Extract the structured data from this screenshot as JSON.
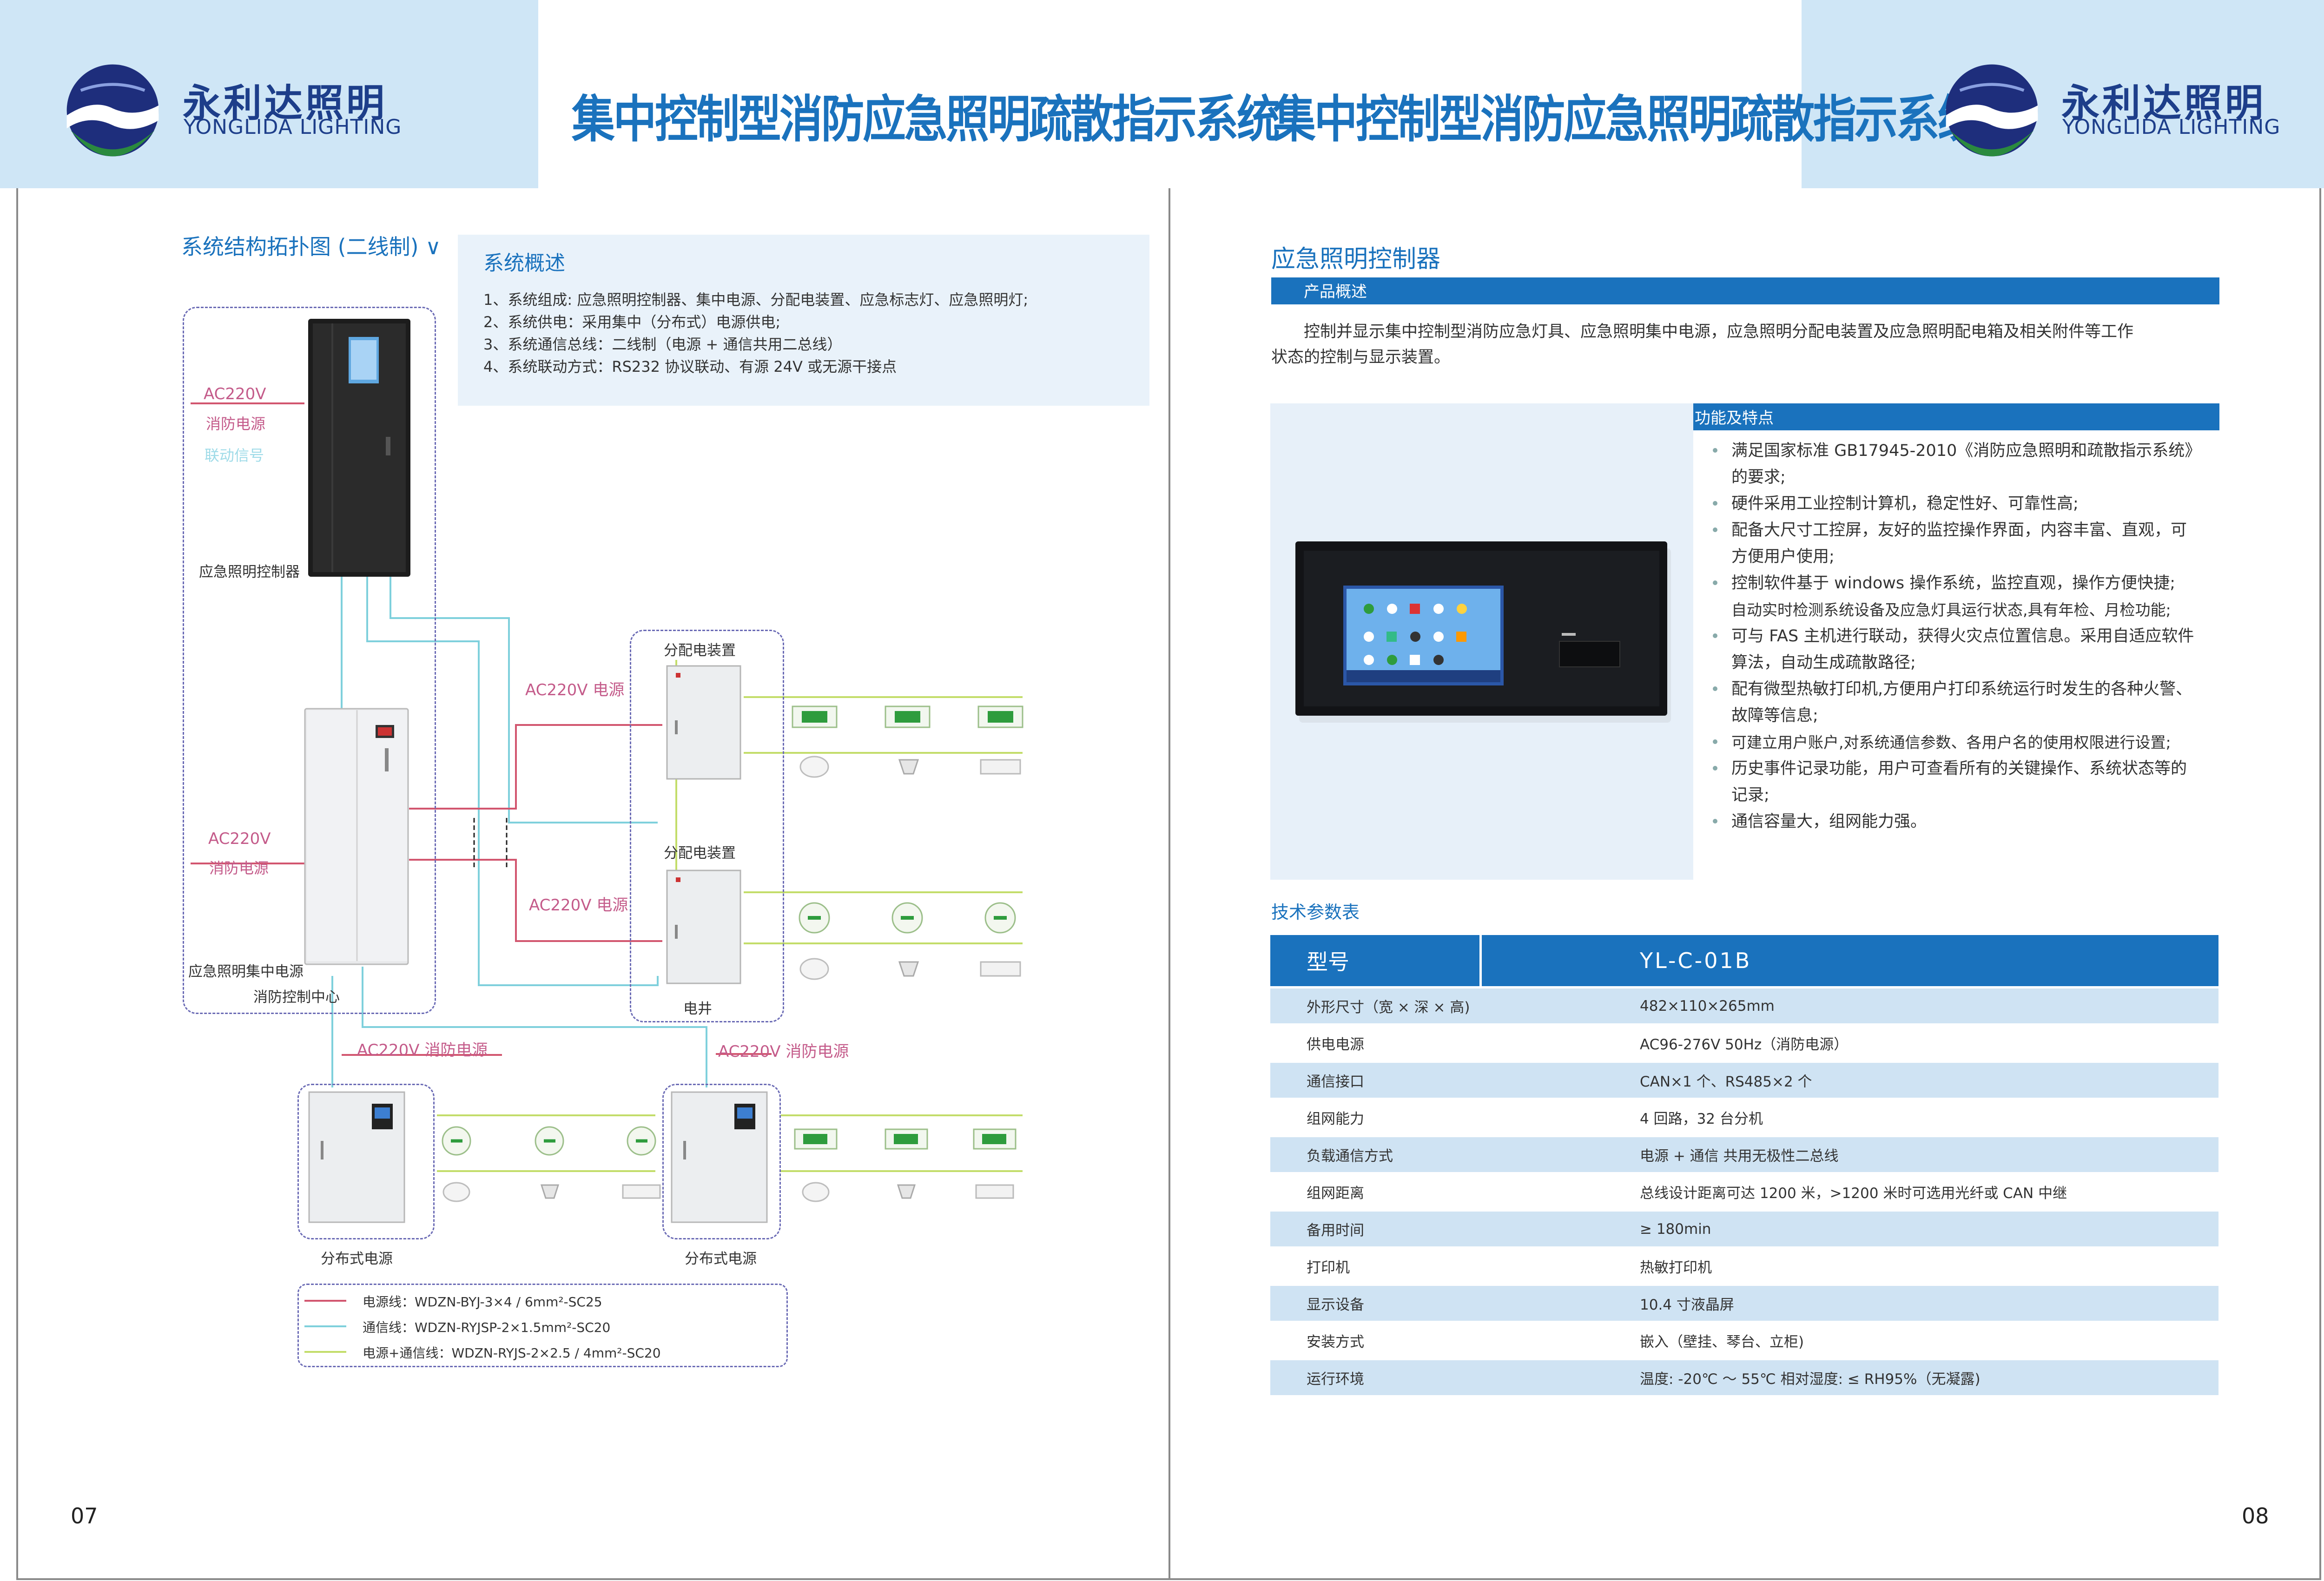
{
  "header": {
    "logo_cn": "永利达照明",
    "logo_en": "YONGLIDA LIGHTING",
    "title": "集中控制型消防应急照明疏散指示系统"
  },
  "left": {
    "section_title": "系统结构拓扑图 (二线制) ∨",
    "overview": {
      "title": "系统概述",
      "lines": [
        "1、系统组成: 应急照明控制器、集中电源、分配电装置、应急标志灯、应急照明灯;",
        "2、系统供电：采用集中（分布式）电源供电;",
        "3、系统通信总线：二线制（电源 + 通信共用二总线）",
        "4、系统联动方式：RS232 协议联动、有源 24V 或无源干接点"
      ]
    },
    "diagram": {
      "ac220v": "AC220V",
      "fire_power": "消防电源",
      "link_signal": "联动信号",
      "controller": "应急照明控制器",
      "central_power": "应急照明集中电源",
      "fire_center": "消防控制中心",
      "dist_device": "分配电装置",
      "ac_power": "AC220V 电源",
      "shaft": "电井",
      "ac_fire_power": "AC220V 消防电源",
      "dist_power": "分布式电源",
      "legend": [
        {
          "label": "电源线：WDZN-BYJ-3×4 / 6mm²-SC25",
          "color": "#d2566f"
        },
        {
          "label": "通信线：WDZN-RYJSP-2×1.5mm²-SC20",
          "color": "#7fd0dc"
        },
        {
          "label": "电源+通信线：WDZN-RYJS-2×2.5 / 4mm²-SC20",
          "color": "#c3dd6a"
        }
      ]
    },
    "page_number": "07"
  },
  "right": {
    "section_title": "应急照明控制器",
    "product_bar": "产品概述",
    "intro": [
      "控制并显示集中控制型消防应急灯具、应急照明集中电源，应急照明分配电装置及应急照明配电箱及相关附件等工作",
      "状态的控制与显示装置。"
    ],
    "features_bar": "功能及特点",
    "features": [
      [
        "满足国家标准 GB17945-2010《消防应急照明和疏散指示系统》",
        "的要求;"
      ],
      [
        "硬件采用工业控制计算机，稳定性好、可靠性高;"
      ],
      [
        "配备大尺寸工控屏，友好的监控操作界面，内容丰富、直观，可",
        "方便用户使用;"
      ],
      [
        "控制软件基于 windows 操作系统，监控直观，操作方便快捷;",
        "自动实时检测系统设备及应急灯具运行状态,具有年检、月检功能;"
      ],
      [
        "可与 FAS 主机进行联动，获得火灾点位置信息。采用自适应软件",
        "算法，自动生成疏散路径;"
      ],
      [
        "配有微型热敏打印机,方便用户打印系统运行时发生的各种火警、",
        "故障等信息;"
      ],
      [
        "可建立用户账户,对系统通信参数、各用户名的使用权限进行设置;"
      ],
      [
        "历史事件记录功能，用户可查看所有的关键操作、系统状态等的",
        "记录;"
      ],
      [
        "通信容量大，组网能力强。"
      ]
    ],
    "spec_title": "技术参数表",
    "spec_header": {
      "key": "型号",
      "value": "YL-C-01B"
    },
    "spec_rows": [
      {
        "key": "外形尺寸（宽 × 深 × 高)",
        "value": "482×110×265mm"
      },
      {
        "key": "供电电源",
        "value": "AC96-276V 50Hz（消防电源）"
      },
      {
        "key": "通信接口",
        "value": "CAN×1 个、RS485×2 个"
      },
      {
        "key": "组网能力",
        "value": "4 回路，32 台分机"
      },
      {
        "key": "负载通信方式",
        "value": "电源 + 通信 共用无极性二总线"
      },
      {
        "key": "组网距离",
        "value": "总线设计距离可达 1200 米，>1200 米时可选用光纤或 CAN 中继"
      },
      {
        "key": "备用时间",
        "value": "≥ 180min"
      },
      {
        "key": "打印机",
        "value": "热敏打印机"
      },
      {
        "key": "显示设备",
        "value": "10.4 寸液晶屏"
      },
      {
        "key": "安装方式",
        "value": "嵌入（壁挂、琴台、立柜)"
      },
      {
        "key": "运行环境",
        "value": "温度: -20℃ ～ 55℃ 相对湿度: ≤ RH95%（无凝露)"
      }
    ],
    "page_number": "08"
  },
  "colors": {
    "accent": "#1a72bd",
    "header_bg": "#cfe6f6",
    "power_line": "#d2566f",
    "comm_line": "#7fd0dc",
    "power_comm_line": "#c3dd6a"
  }
}
